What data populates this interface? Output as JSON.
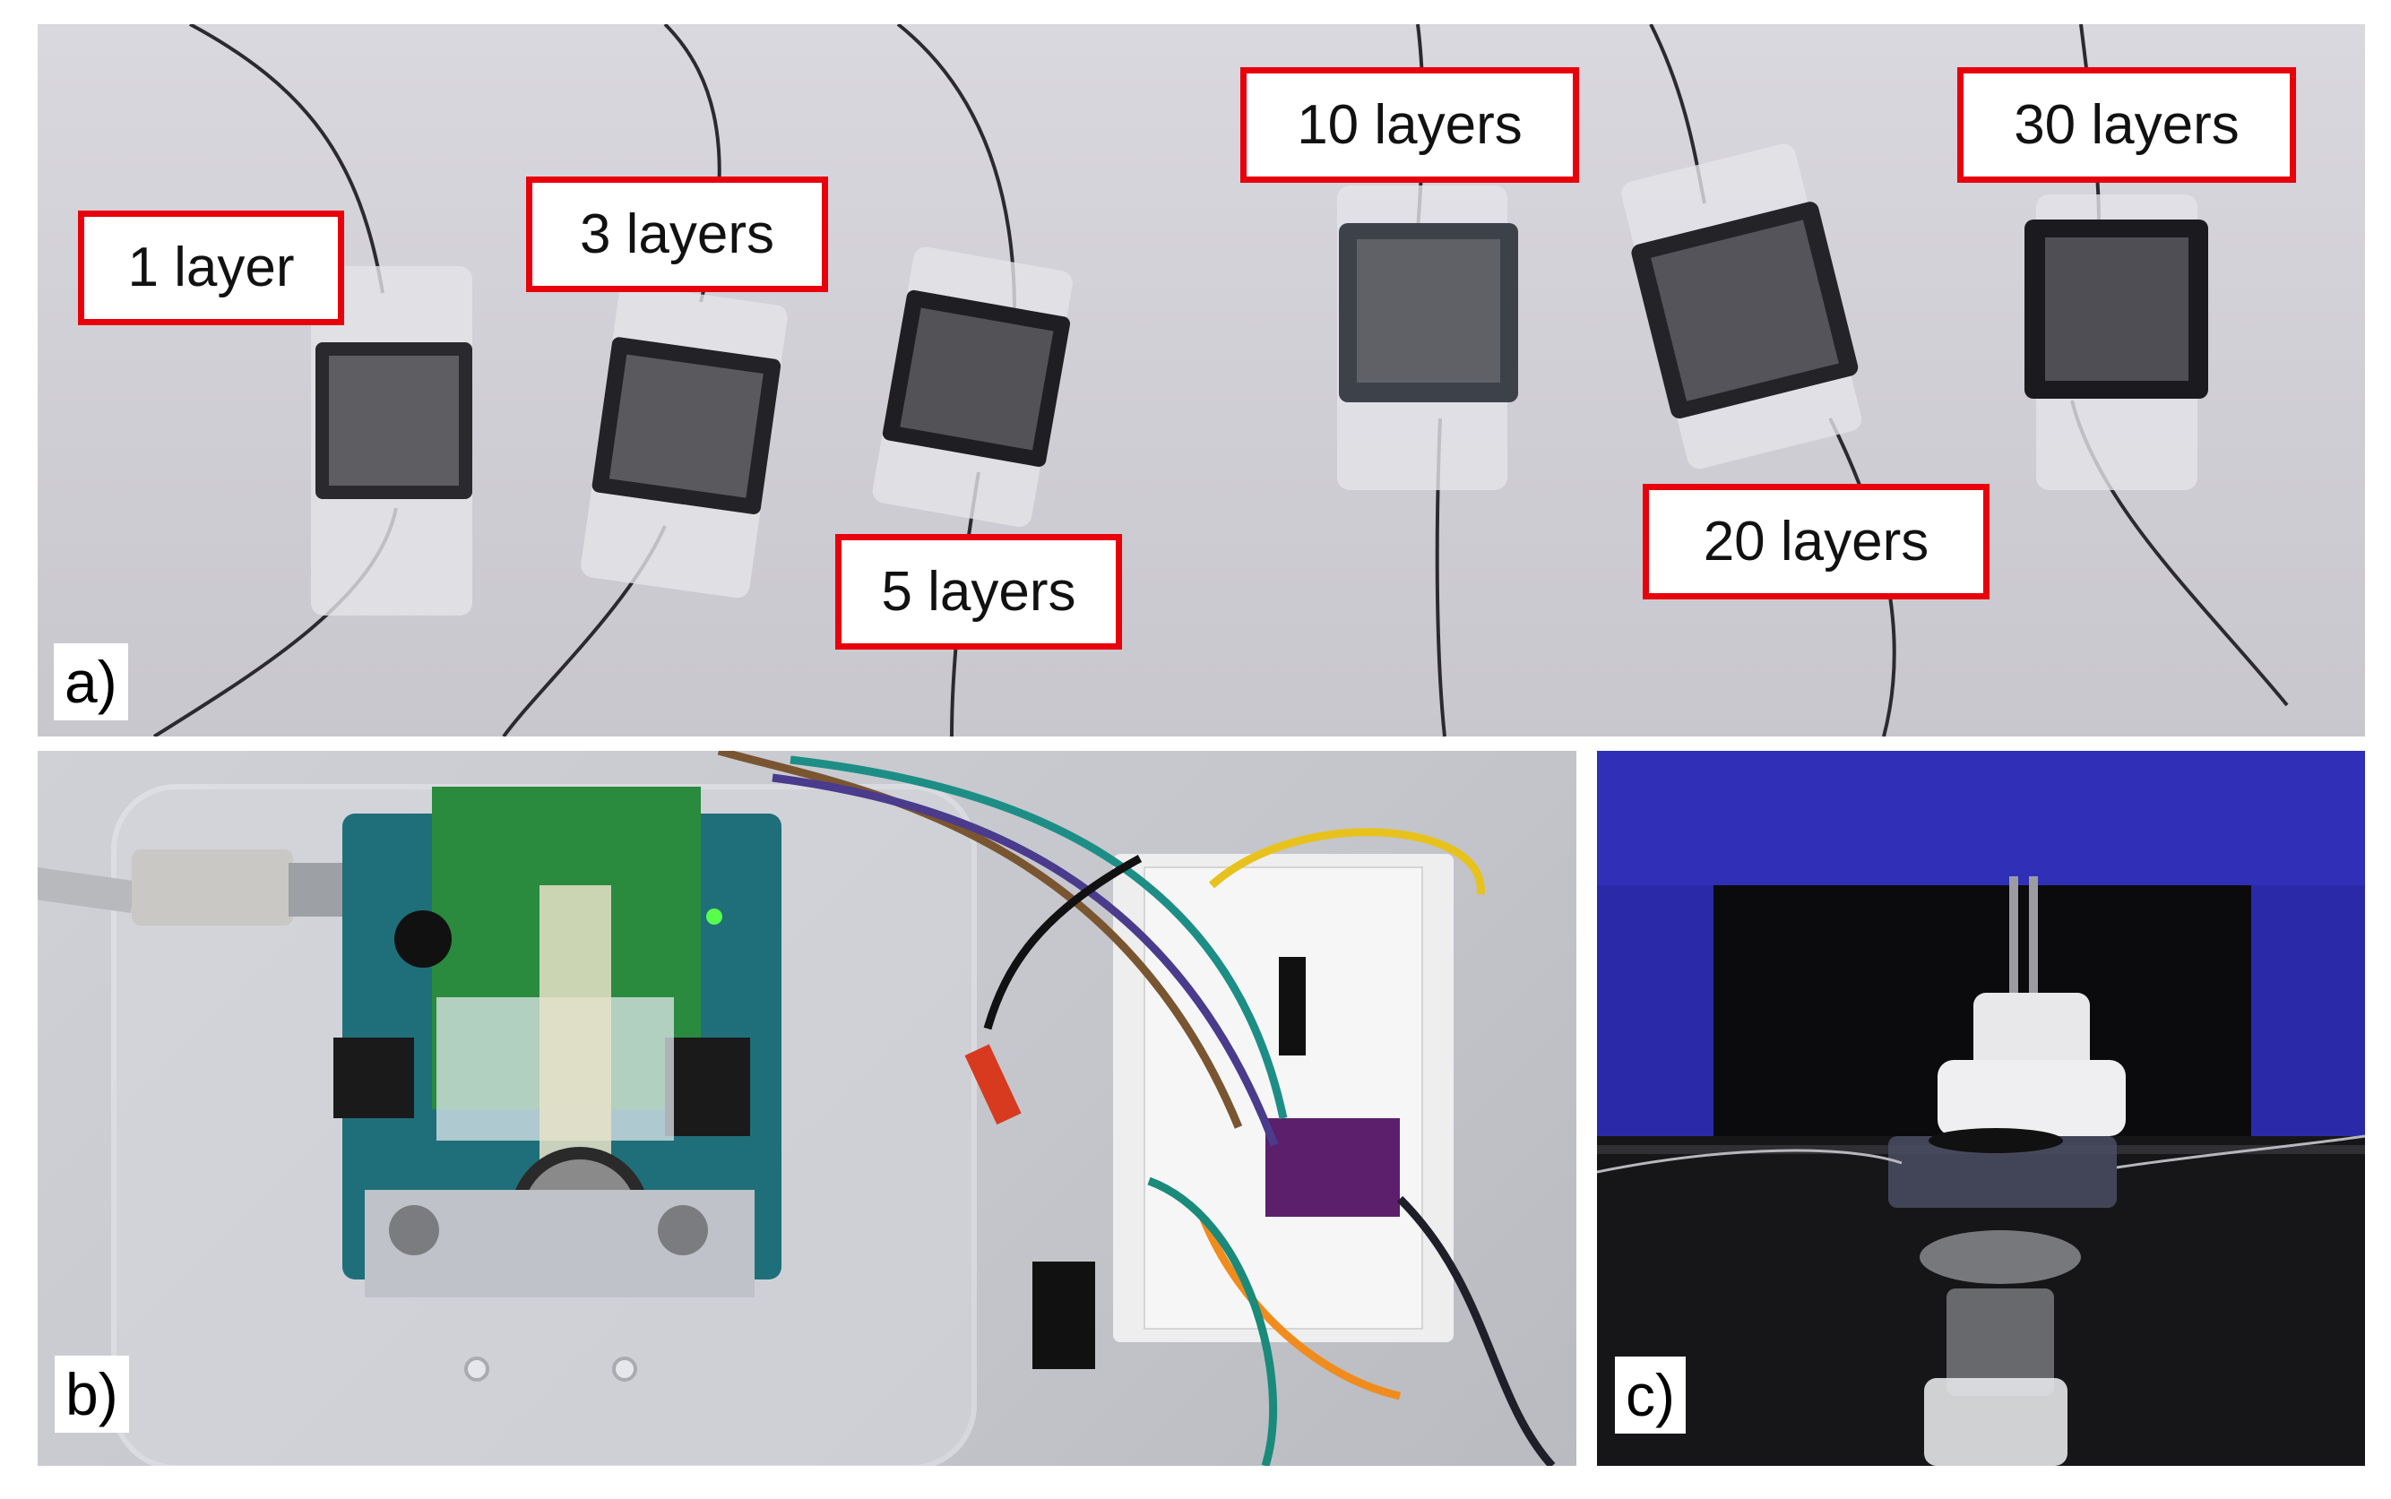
{
  "panel_a": {
    "letter": "a)",
    "labels": [
      "1 layer",
      "3 layers",
      "5 layers",
      "10 layers",
      "20 layers",
      "30 layers"
    ]
  },
  "panel_b": {
    "letter": "b)"
  },
  "panel_c": {
    "letter": "c)"
  },
  "colors": {
    "label_border": "#e8000b",
    "label_fill": "#ffffff",
    "separator": "#ffffff"
  }
}
